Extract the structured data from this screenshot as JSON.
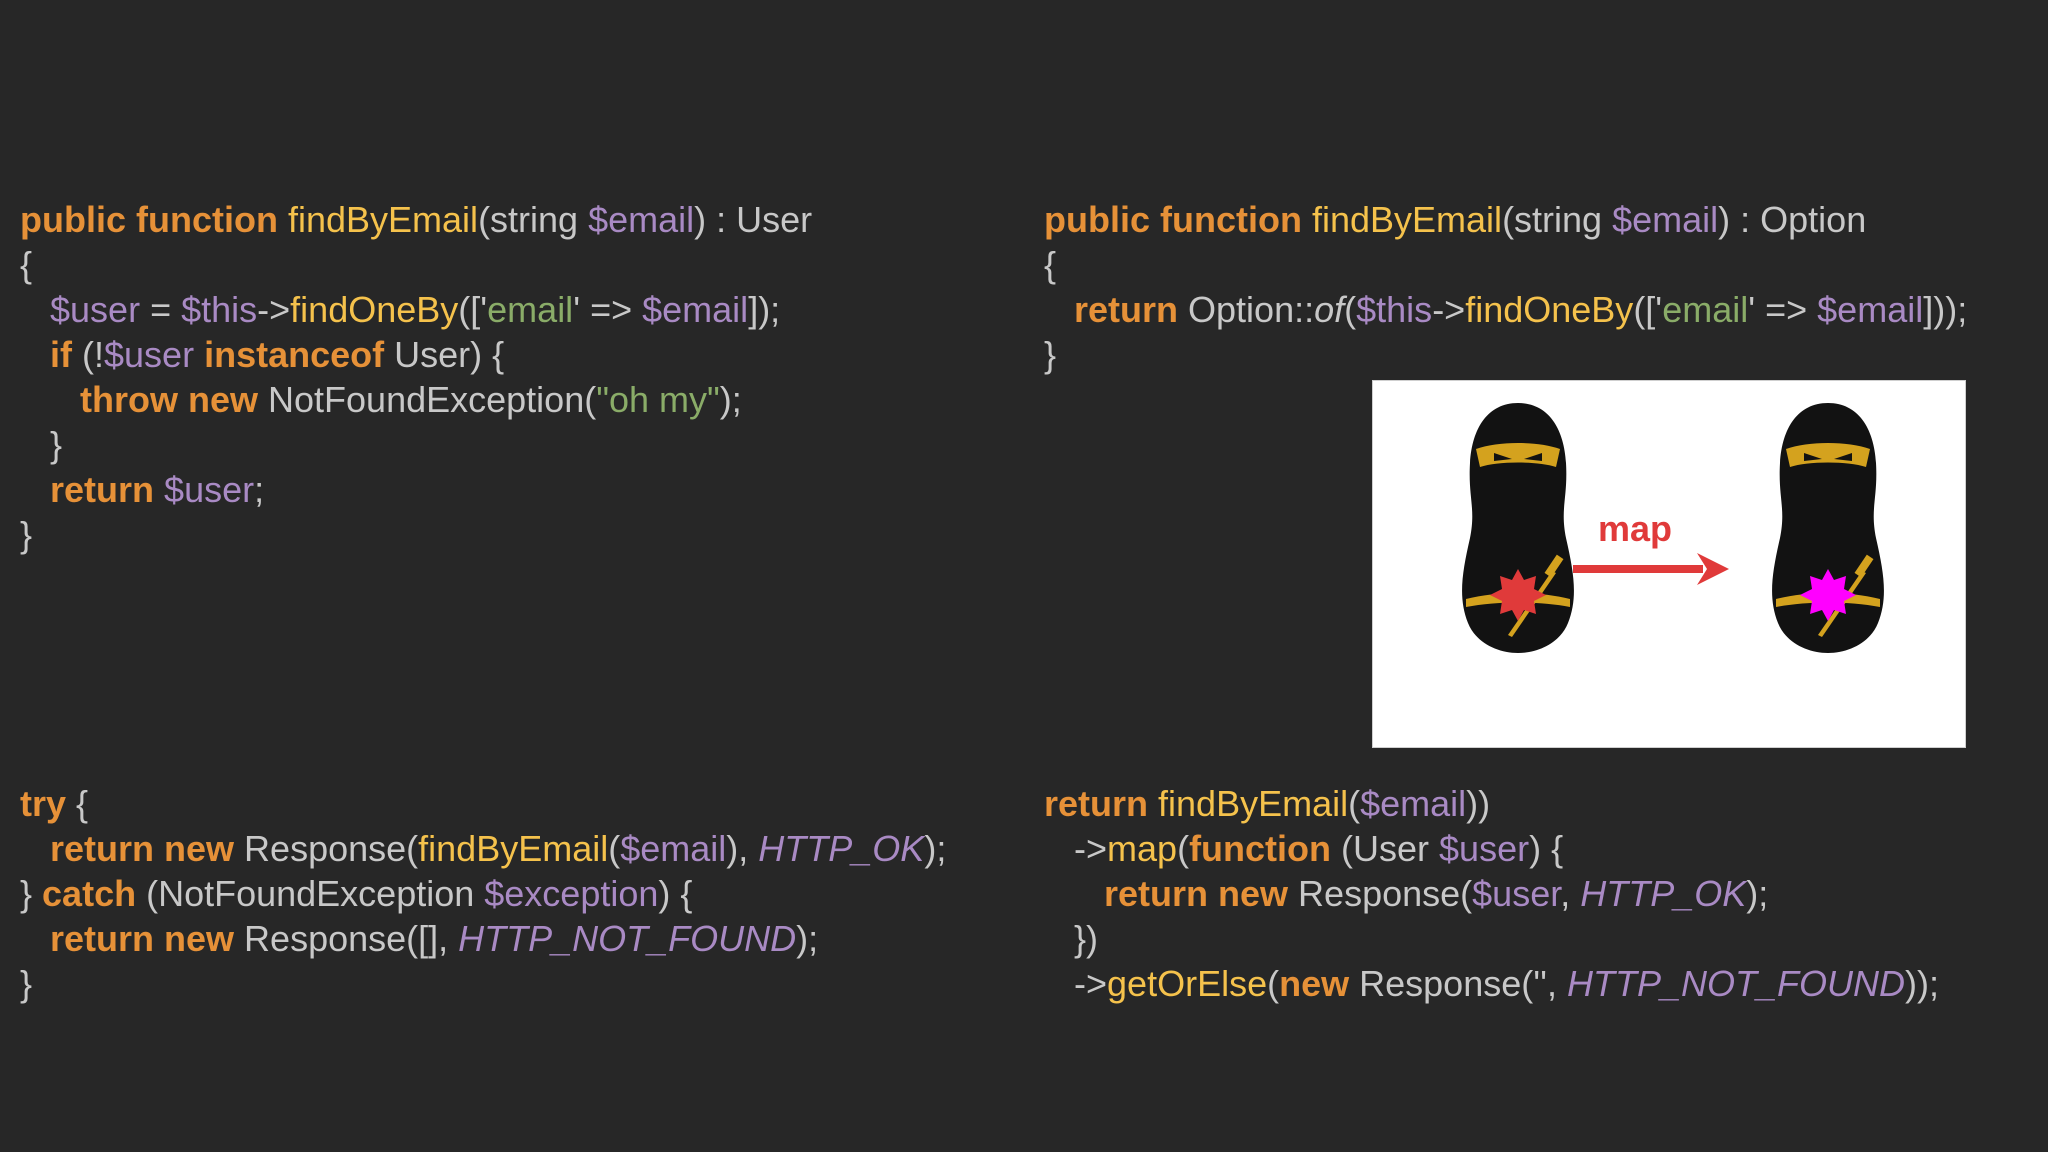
{
  "code_blocks": {
    "top_left": {
      "lines": [
        [
          {
            "t": "public function",
            "c": "kw"
          },
          {
            "t": " "
          },
          {
            "t": "findByEmail",
            "c": "fn"
          },
          {
            "t": "(string "
          },
          {
            "t": "$email",
            "c": "var"
          },
          {
            "t": ") : User"
          }
        ],
        [
          {
            "t": "{"
          }
        ],
        [
          {
            "t": "   "
          },
          {
            "t": "$user",
            "c": "var"
          },
          {
            "t": " = "
          },
          {
            "t": "$this",
            "c": "var"
          },
          {
            "t": "->"
          },
          {
            "t": "findOneBy",
            "c": "fn"
          },
          {
            "t": "(['"
          },
          {
            "t": "email",
            "c": "str"
          },
          {
            "t": "' => "
          },
          {
            "t": "$email",
            "c": "var"
          },
          {
            "t": "]);"
          }
        ],
        [
          {
            "t": "   "
          },
          {
            "t": "if",
            "c": "kw"
          },
          {
            "t": " (!"
          },
          {
            "t": "$user",
            "c": "var"
          },
          {
            "t": " "
          },
          {
            "t": "instanceof",
            "c": "kw"
          },
          {
            "t": " User) {"
          }
        ],
        [
          {
            "t": "      "
          },
          {
            "t": "throw new",
            "c": "kw"
          },
          {
            "t": " NotFoundException("
          },
          {
            "t": "\"oh my\"",
            "c": "str"
          },
          {
            "t": ");"
          }
        ],
        [
          {
            "t": "   }"
          }
        ],
        [
          {
            "t": "   "
          },
          {
            "t": "return",
            "c": "kw"
          },
          {
            "t": " "
          },
          {
            "t": "$user",
            "c": "var"
          },
          {
            "t": ";"
          }
        ],
        [
          {
            "t": "}"
          }
        ]
      ]
    },
    "top_right": {
      "lines": [
        [
          {
            "t": "public function",
            "c": "kw"
          },
          {
            "t": " "
          },
          {
            "t": "findByEmail",
            "c": "fn"
          },
          {
            "t": "(string "
          },
          {
            "t": "$email",
            "c": "var"
          },
          {
            "t": ") : Option"
          }
        ],
        [
          {
            "t": "{"
          }
        ],
        [
          {
            "t": "   "
          },
          {
            "t": "return",
            "c": "kw"
          },
          {
            "t": " Option::"
          },
          {
            "t": "of",
            "c": "it"
          },
          {
            "t": "("
          },
          {
            "t": "$this",
            "c": "var"
          },
          {
            "t": "->"
          },
          {
            "t": "findOneBy",
            "c": "fn"
          },
          {
            "t": "(['"
          },
          {
            "t": "email",
            "c": "str"
          },
          {
            "t": "' => "
          },
          {
            "t": "$email",
            "c": "var"
          },
          {
            "t": "]));"
          }
        ],
        [
          {
            "t": "}"
          }
        ]
      ]
    },
    "bottom_left": {
      "lines": [
        [
          {
            "t": "try",
            "c": "kw"
          },
          {
            "t": " {"
          }
        ],
        [
          {
            "t": "   "
          },
          {
            "t": "return new",
            "c": "kw"
          },
          {
            "t": " Response("
          },
          {
            "t": "findByEmail",
            "c": "fn"
          },
          {
            "t": "("
          },
          {
            "t": "$email",
            "c": "var"
          },
          {
            "t": "), "
          },
          {
            "t": "HTTP_OK",
            "c": "cst"
          },
          {
            "t": ");"
          }
        ],
        [
          {
            "t": "} "
          },
          {
            "t": "catch",
            "c": "kw"
          },
          {
            "t": " (NotFoundException "
          },
          {
            "t": "$exception",
            "c": "var"
          },
          {
            "t": ") {"
          }
        ],
        [
          {
            "t": "   "
          },
          {
            "t": "return new",
            "c": "kw"
          },
          {
            "t": " Response([], "
          },
          {
            "t": "HTTP_NOT_FOUND",
            "c": "cst"
          },
          {
            "t": ");"
          }
        ],
        [
          {
            "t": "}"
          }
        ]
      ]
    },
    "bottom_right": {
      "lines": [
        [
          {
            "t": "return",
            "c": "kw"
          },
          {
            "t": " "
          },
          {
            "t": "findByEmail",
            "c": "fn"
          },
          {
            "t": "("
          },
          {
            "t": "$email",
            "c": "var"
          },
          {
            "t": "))"
          }
        ],
        [
          {
            "t": "   ->"
          },
          {
            "t": "map",
            "c": "fn"
          },
          {
            "t": "("
          },
          {
            "t": "function",
            "c": "kw"
          },
          {
            "t": " (User "
          },
          {
            "t": "$user",
            "c": "var"
          },
          {
            "t": ") {"
          }
        ],
        [
          {
            "t": "      "
          },
          {
            "t": "return new",
            "c": "kw"
          },
          {
            "t": " Response("
          },
          {
            "t": "$user",
            "c": "var"
          },
          {
            "t": ", "
          },
          {
            "t": "HTTP_OK",
            "c": "cst"
          },
          {
            "t": ");"
          }
        ],
        [
          {
            "t": "   })"
          }
        ],
        [
          {
            "t": "   ->"
          },
          {
            "t": "getOrElse",
            "c": "fn"
          },
          {
            "t": "("
          },
          {
            "t": "new",
            "c": "kw"
          },
          {
            "t": " Response('', "
          },
          {
            "t": "HTTP_NOT_FOUND",
            "c": "cst"
          },
          {
            "t": "));"
          }
        ]
      ]
    }
  },
  "illustration": {
    "arrow_label": "map",
    "left_core_color": "#e03a3a",
    "right_core_color": "#ff00ff",
    "doll_color": "#121212",
    "gold_color": "#d4a21e",
    "arrow_color": "#e03a3a"
  },
  "theme": {
    "background": "#272727",
    "keyword": "#e69138",
    "variable": "#a98ac4",
    "function": "#f5c24c",
    "string": "#8aac68",
    "text": "#c8c8c8"
  }
}
